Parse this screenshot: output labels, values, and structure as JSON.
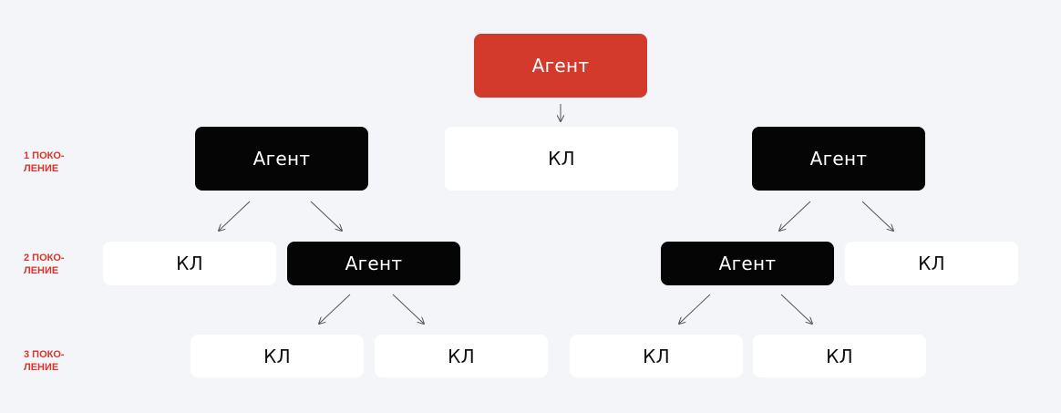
{
  "colors": {
    "background": "#f4f5f9",
    "root_node": "#d33a2c",
    "agent_node": "#050505",
    "kl_node": "#ffffff",
    "label_accent": "#d9362b",
    "arrow": "#555555"
  },
  "generations": [
    {
      "label": "1 поко-\nление"
    },
    {
      "label": "2 поко-\nление"
    },
    {
      "label": "3 поко-\nление"
    }
  ],
  "nodes": {
    "root": {
      "label": "Агент"
    },
    "root_kl": {
      "label": "КЛ"
    },
    "gen1_left_agent": {
      "label": "Агент"
    },
    "gen1_right_agent": {
      "label": "Агент"
    },
    "gen2_left_kl": {
      "label": "КЛ"
    },
    "gen2_left_agent": {
      "label": "Агент"
    },
    "gen2_right_agent": {
      "label": "Агент"
    },
    "gen2_right_kl": {
      "label": "КЛ"
    },
    "gen3_kl_1": {
      "label": "КЛ"
    },
    "gen3_kl_2": {
      "label": "КЛ"
    },
    "gen3_kl_3": {
      "label": "КЛ"
    },
    "gen3_kl_4": {
      "label": "КЛ"
    }
  }
}
